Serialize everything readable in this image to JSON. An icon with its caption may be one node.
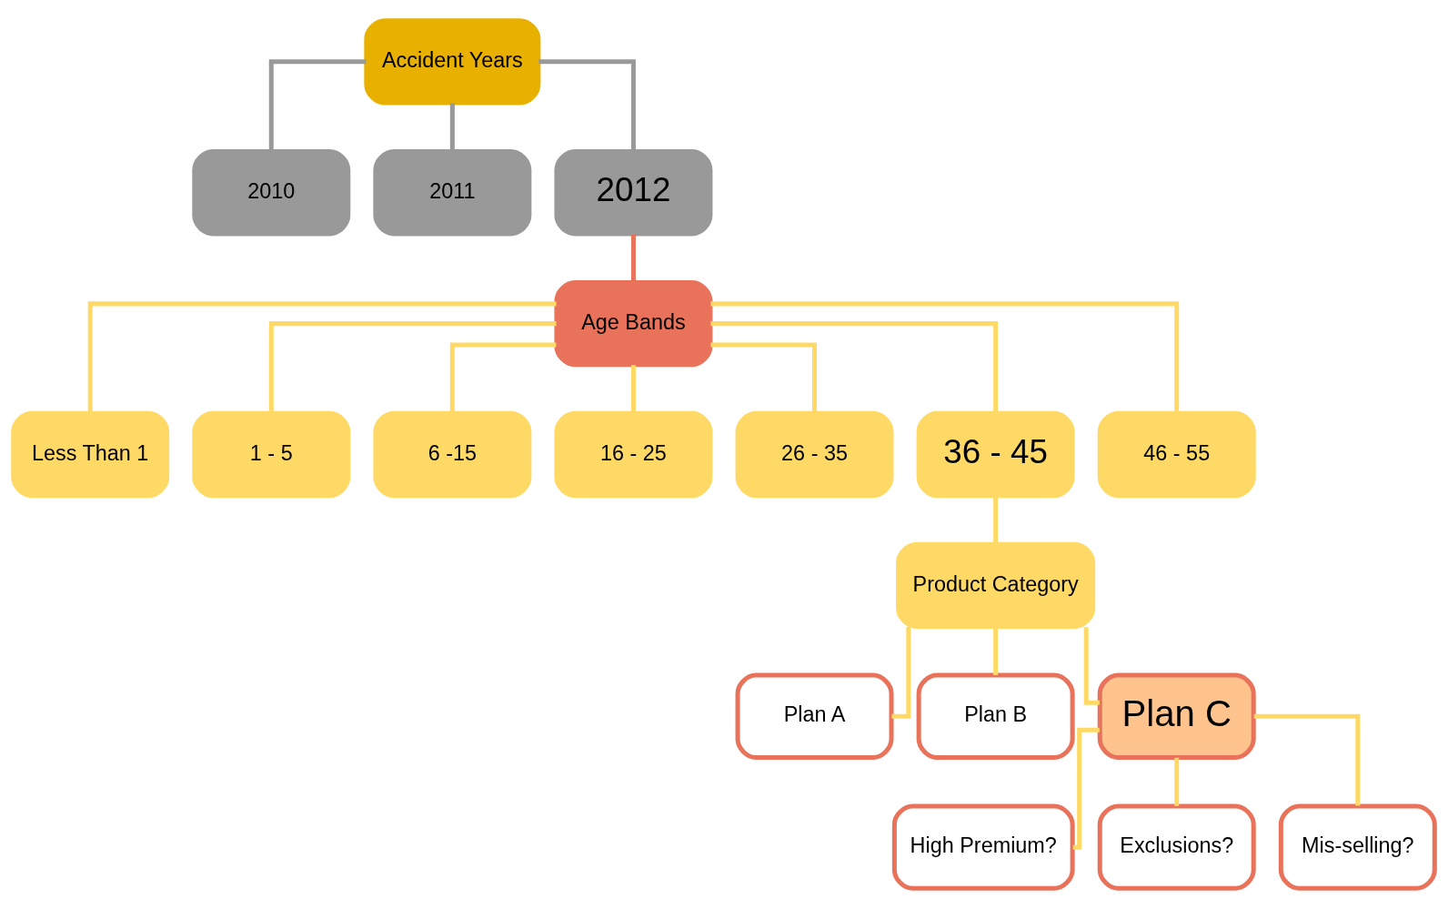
{
  "diagram": {
    "nodes": [
      {
        "text": [
          "Accident Years"
        ]
      },
      {
        "text": [
          "2010"
        ]
      },
      {
        "text": [
          "2011"
        ]
      },
      {
        "text": [
          "2012"
        ]
      },
      {
        "text": [
          "Age Bands"
        ]
      },
      {
        "text": [
          "Less Than 1"
        ]
      },
      {
        "text": [
          "1 - 5"
        ]
      },
      {
        "text": [
          "6 -15"
        ]
      },
      {
        "text": [
          "16 - 25"
        ]
      },
      {
        "text": [
          "26 - 35"
        ]
      },
      {
        "text": [
          "36 - 45"
        ]
      },
      {
        "text": [
          "46 - 55"
        ]
      },
      {
        "text": [
          "Product Category"
        ]
      },
      {
        "text": [
          "Plan A"
        ]
      },
      {
        "text": [
          "Plan B"
        ]
      },
      {
        "text": [
          "Plan C"
        ]
      },
      {
        "text": [
          "High Premium?"
        ]
      },
      {
        "text": [
          "Exclusions?"
        ]
      },
      {
        "text": [
          "Mis-selling?"
        ]
      }
    ],
    "edges": [
      {
        "from": 0,
        "to": 1,
        "arrow": "none",
        "color": "#999999"
      },
      {
        "from": 0,
        "to": 2,
        "arrow": "none",
        "color": "#999999"
      },
      {
        "from": 0,
        "to": 3,
        "arrow": "none",
        "color": "#999999"
      },
      {
        "from": 3,
        "to": 4,
        "arrow": "none",
        "color": "#e8735a"
      },
      {
        "from": 4,
        "to": 5,
        "arrow": "none"
      },
      {
        "from": 4,
        "to": 6,
        "arrow": "none"
      },
      {
        "from": 4,
        "to": 7,
        "arrow": "none"
      },
      {
        "from": 4,
        "to": 8,
        "arrow": "none"
      },
      {
        "from": 4,
        "to": 9,
        "arrow": "none"
      },
      {
        "from": 4,
        "to": 10,
        "arrow": "none"
      },
      {
        "from": 4,
        "to": 11,
        "arrow": "none"
      },
      {
        "from": 10,
        "to": 12,
        "arrow": "none"
      },
      {
        "from": 12,
        "to": 13,
        "arrow": "none"
      },
      {
        "from": 12,
        "to": 14,
        "arrow": "none"
      },
      {
        "from": 12,
        "to": 15,
        "arrow": "none"
      },
      {
        "from": 15,
        "to": 16,
        "arrow": "none"
      },
      {
        "from": 15,
        "to": 17,
        "arrow": "none"
      },
      {
        "from": 15,
        "to": 18,
        "arrow": "none"
      }
    ]
  }
}
